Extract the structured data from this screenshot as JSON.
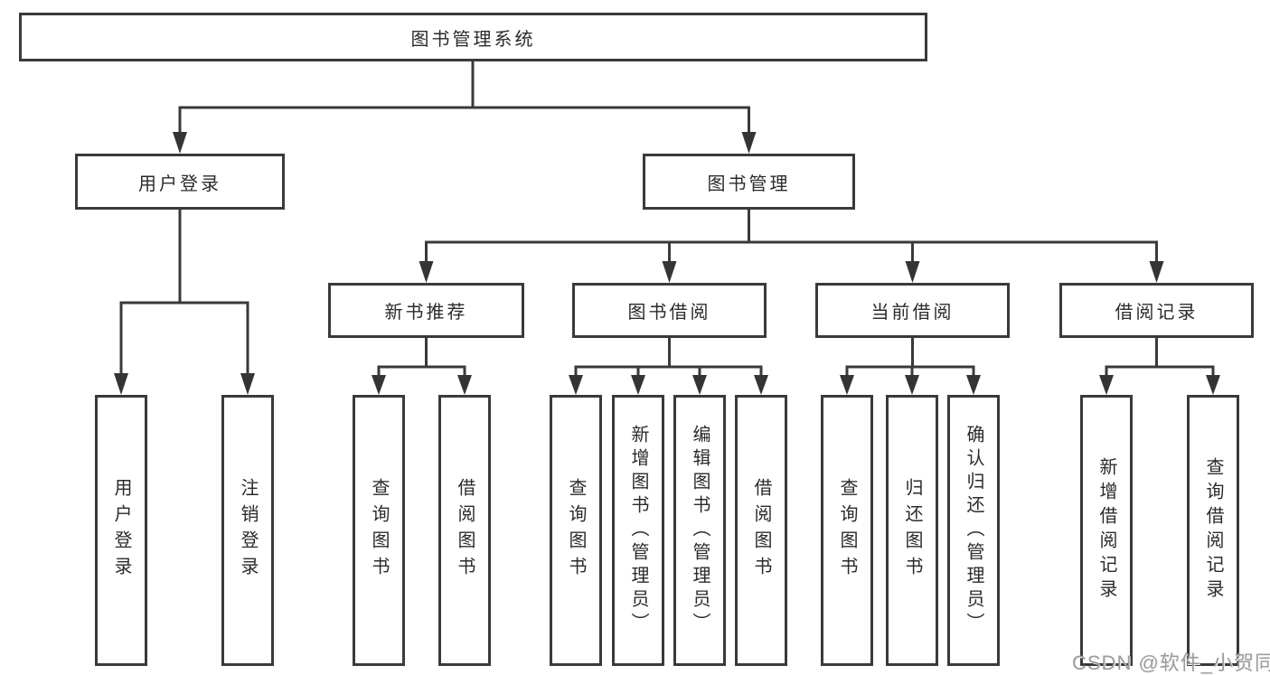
{
  "root": {
    "label": "图书管理系统"
  },
  "branches": [
    {
      "label": "用户登录",
      "children": [
        "用户登录",
        "注销登录"
      ]
    },
    {
      "label": "图书管理",
      "sections": [
        {
          "label": "新书推荐",
          "children": [
            "查询图书",
            "借阅图书"
          ]
        },
        {
          "label": "图书借阅",
          "children": [
            "查询图书",
            "新增图书（管理员）",
            "编辑图书（管理员）",
            "借阅图书"
          ]
        },
        {
          "label": "当前借阅",
          "children": [
            "查询图书",
            "归还图书",
            "确认归还（管理员）"
          ]
        },
        {
          "label": "借阅记录",
          "children": [
            "新增借阅记录",
            "查询借阅记录"
          ]
        }
      ]
    }
  ],
  "watermark": "CSDN @软件_小贺同学",
  "colors": {
    "line": "#3a3a3a",
    "box_border": "#3a3a3a",
    "text": "#2b2b2b",
    "watermark": "#9c9c9c",
    "background": "#ffffff"
  }
}
